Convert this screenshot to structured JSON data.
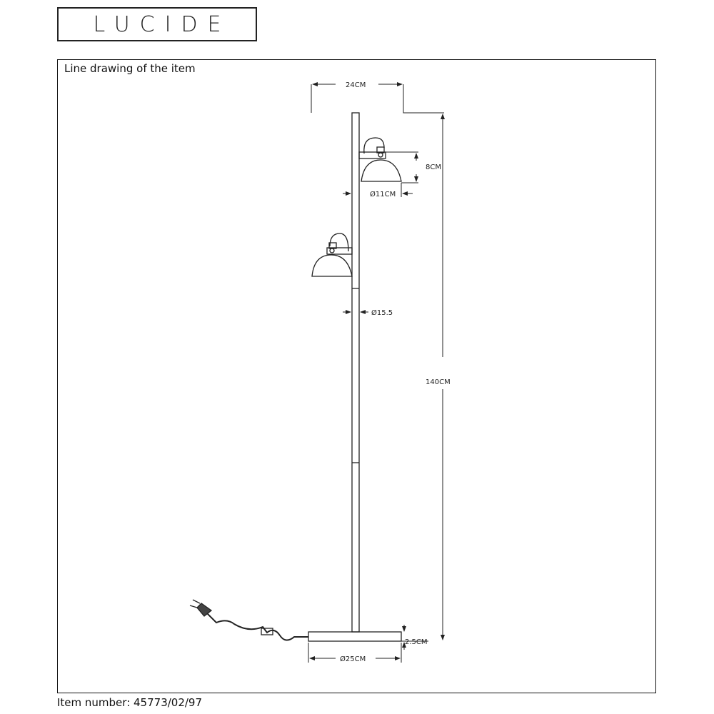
{
  "logo": "LUCIDE",
  "frame_title": "Line drawing of the item",
  "item_number": "Item number: 45773/02/97",
  "dimensions": {
    "width_top": "24CM",
    "shade_height": "8CM",
    "shade_diameter": "Ø11CM",
    "pole_diameter": "Ø15.5",
    "total_height": "140CM",
    "base_height": "2.5CM",
    "base_diameter": "Ø25CM"
  }
}
